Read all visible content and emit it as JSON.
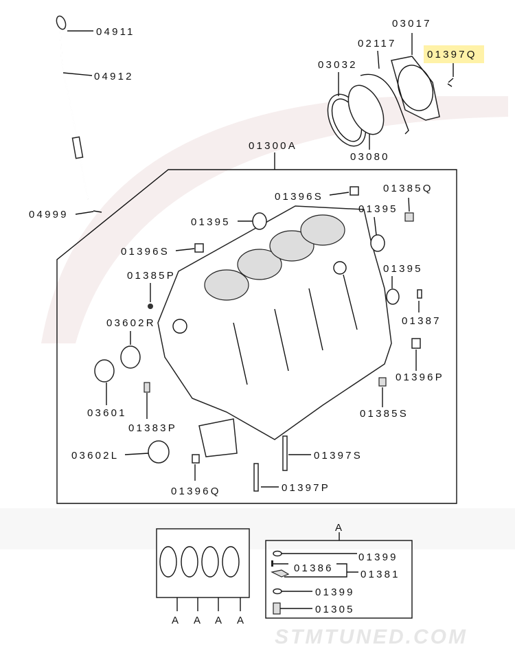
{
  "watermark": "STMTUNED.COM",
  "highlight_color": "#fff2a8",
  "labels": {
    "p04911": "04911",
    "p04912": "04912",
    "p04999": "04999",
    "p03017": "03017",
    "p02117": "02117",
    "p01397Q": "01397Q",
    "p03032": "03032",
    "p03080": "03080",
    "p01300A": "01300A",
    "p01396S_top": "01396S",
    "p01385Q": "01385Q",
    "p01395_left": "01395",
    "p01395_right": "01395",
    "p01396S_left": "01396S",
    "p01385P": "01385P",
    "p01395_mid": "01395",
    "p03602R": "03602R",
    "p01387": "01387",
    "p01396P": "01396P",
    "p03601": "03601",
    "p01383P": "01383P",
    "p01385S": "01385S",
    "p03602L": "03602L",
    "p01397S": "01397S",
    "p01396Q": "01396Q",
    "p01397P": "01397P"
  },
  "detail_a": {
    "title": "A",
    "items": {
      "p01399_top": "01399",
      "p01386": "01386",
      "p01381": "01381",
      "p01399_bottom": "01399",
      "p01305": "01305"
    },
    "markers": [
      "A",
      "A",
      "A",
      "A"
    ]
  }
}
